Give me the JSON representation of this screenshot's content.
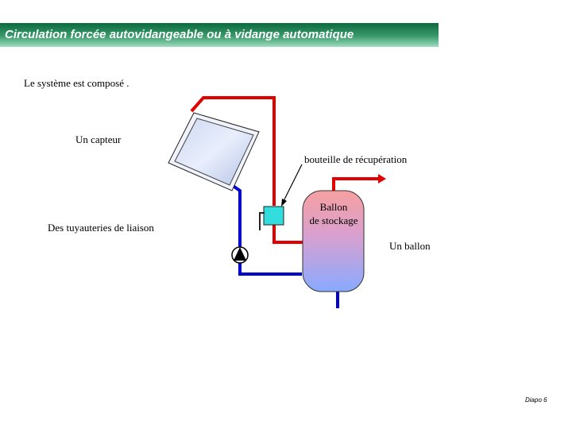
{
  "header": {
    "title": "Circulation forcée autovidangeable ou à vidange automatique"
  },
  "content": {
    "intro": "Le système est composé .",
    "capteur_label": "Un capteur",
    "bouteille_label": "bouteille de récupération",
    "tuyaux_label": "Des tuyauteries de liaison",
    "ballon_label_line1": "Ballon",
    "ballon_label_line2": "de stockage",
    "unballon_label": "Un ballon"
  },
  "footer": {
    "slide_number": "Diapo 6"
  },
  "colors": {
    "title_bar": "#0a6a3e",
    "hot_pipe": "#e00000",
    "cold_pipe": "#0000cc",
    "recovery_bottle": "#33dddd",
    "tank_top": "#f6a0a0",
    "tank_bottom": "#88aaff"
  }
}
